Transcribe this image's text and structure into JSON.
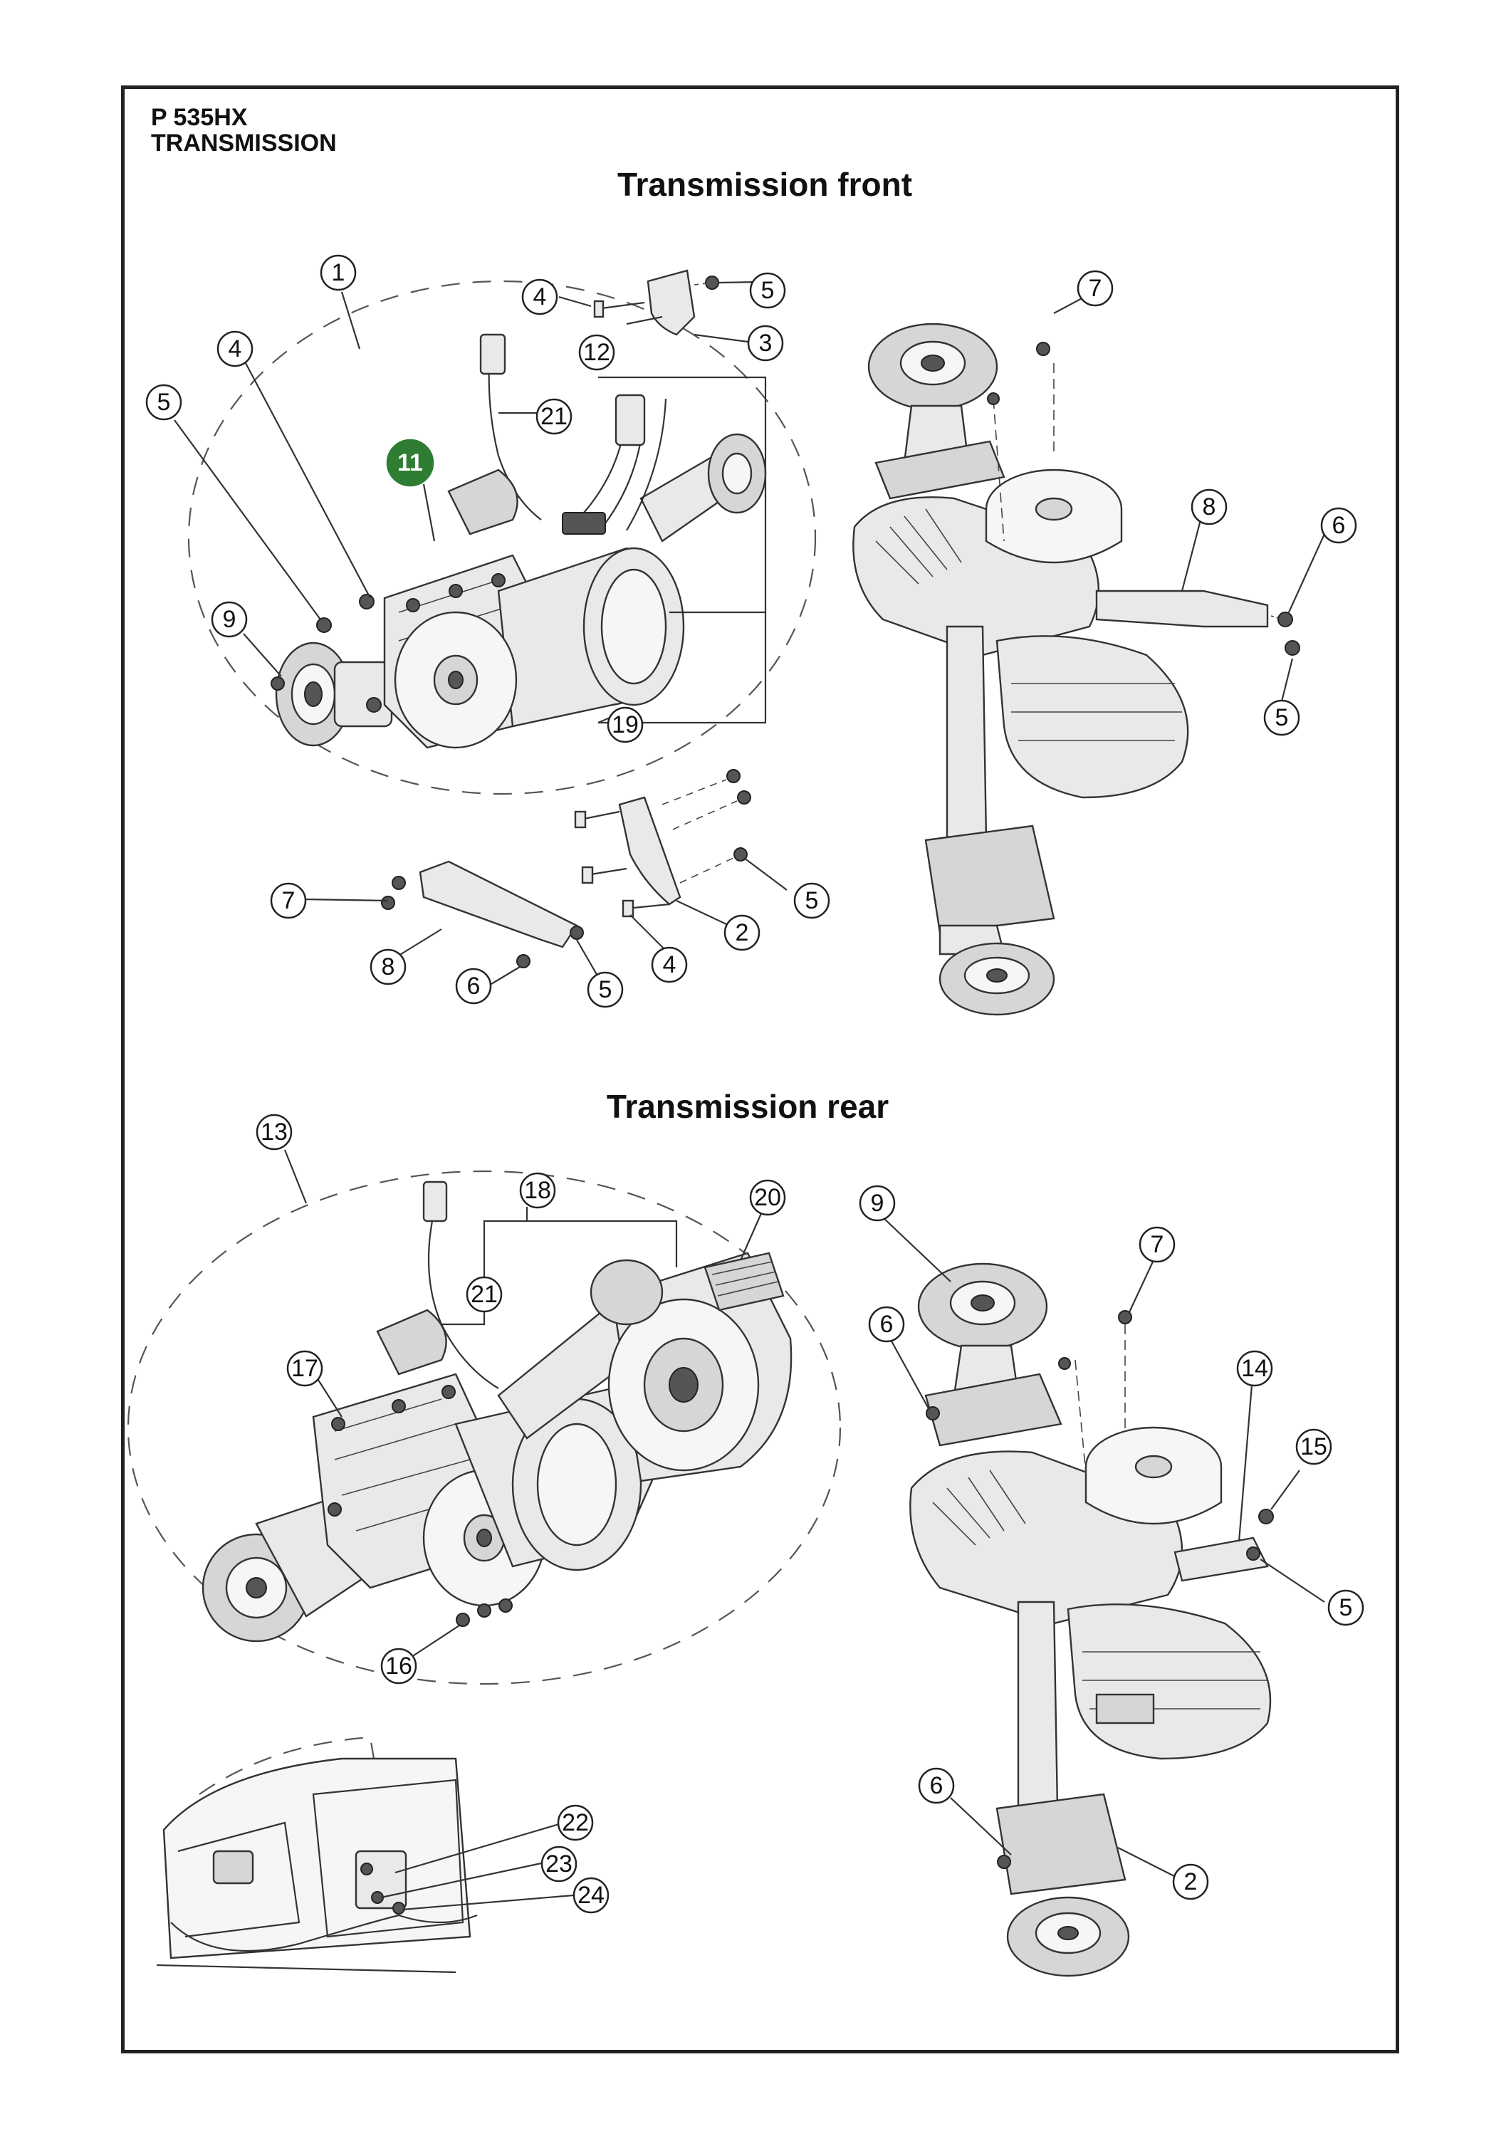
{
  "header": {
    "model": "P 535HX",
    "section": "TRANSMISSION"
  },
  "titles": {
    "front": "Transmission front",
    "rear": "Transmission rear"
  },
  "colors": {
    "highlight": "#2e7d32",
    "line": "#333333",
    "frame": "#222222"
  },
  "callouts": [
    {
      "key": "f-1",
      "label": "1"
    },
    {
      "key": "f-4a",
      "label": "4"
    },
    {
      "key": "f-5a",
      "label": "5"
    },
    {
      "key": "f-3",
      "label": "3"
    },
    {
      "key": "f-4b",
      "label": "4"
    },
    {
      "key": "f-12",
      "label": "12"
    },
    {
      "key": "f-21",
      "label": "21"
    },
    {
      "key": "f-5b",
      "label": "5"
    },
    {
      "key": "f-11",
      "label": "11",
      "highlighted": true
    },
    {
      "key": "f-9",
      "label": "9"
    },
    {
      "key": "f-19",
      "label": "19"
    },
    {
      "key": "f-7a",
      "label": "7"
    },
    {
      "key": "f-8a",
      "label": "8"
    },
    {
      "key": "f-6a",
      "label": "6"
    },
    {
      "key": "f-5c",
      "label": "5"
    },
    {
      "key": "f-4c",
      "label": "4"
    },
    {
      "key": "f-2",
      "label": "2"
    },
    {
      "key": "f-5d",
      "label": "5"
    },
    {
      "key": "f-7b",
      "label": "7"
    },
    {
      "key": "f-8b",
      "label": "8"
    },
    {
      "key": "f-6b",
      "label": "6"
    },
    {
      "key": "f-5e",
      "label": "5"
    },
    {
      "key": "r-13",
      "label": "13"
    },
    {
      "key": "r-18",
      "label": "18"
    },
    {
      "key": "r-20",
      "label": "20"
    },
    {
      "key": "r-21",
      "label": "21"
    },
    {
      "key": "r-17",
      "label": "17"
    },
    {
      "key": "r-16",
      "label": "16"
    },
    {
      "key": "r-9",
      "label": "9"
    },
    {
      "key": "r-7",
      "label": "7"
    },
    {
      "key": "r-6a",
      "label": "6"
    },
    {
      "key": "r-14",
      "label": "14"
    },
    {
      "key": "r-15",
      "label": "15"
    },
    {
      "key": "r-5",
      "label": "5"
    },
    {
      "key": "r-6b",
      "label": "6"
    },
    {
      "key": "r-2",
      "label": "2"
    },
    {
      "key": "r-22",
      "label": "22"
    },
    {
      "key": "r-23",
      "label": "23"
    },
    {
      "key": "r-24",
      "label": "24"
    }
  ]
}
